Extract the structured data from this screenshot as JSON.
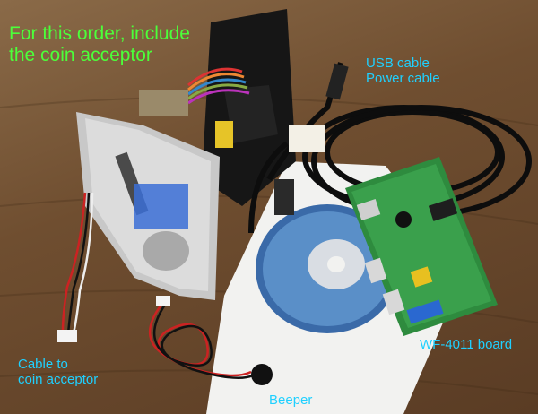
{
  "annotations": {
    "headline_line1": "For this order, include",
    "headline_line2": "the coin acceptor",
    "usb_line1": "USB cable",
    "usb_line2": "Power cable",
    "board": "WF-4011 board",
    "cable_line1": "Cable to",
    "cable_line2": "coin acceptor",
    "beeper": "Beeper"
  },
  "colors": {
    "headline": "#4cff3a",
    "callout": "#1fd0ff",
    "table": "#6f4e30",
    "pcb": "#2e8b3e"
  }
}
